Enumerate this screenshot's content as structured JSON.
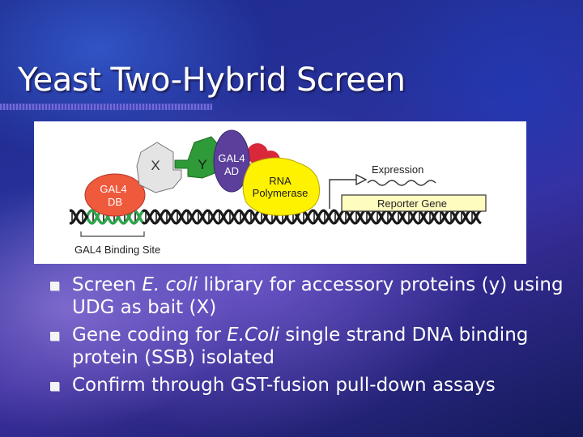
{
  "slide": {
    "title": "Yeast Two-Hybrid Screen"
  },
  "diagram": {
    "labels": {
      "x": "X",
      "y": "Y",
      "gal4_ad_line1": "GAL4",
      "gal4_ad_line2": "AD",
      "gal4_db_line1": "GAL4",
      "gal4_db_line2": "DB",
      "rna_line1": "RNA",
      "rna_line2": "Polymerase",
      "expression": "Expression",
      "reporter_gene": "Reporter Gene",
      "binding_site": "GAL4 Binding Site"
    },
    "colors": {
      "gal4_db": "#ef5a3c",
      "x_protein": "#e4e4e4",
      "y_protein": "#2f9a38",
      "gal4_ad": "#5b3f9a",
      "rna_polymerase": "#fff200",
      "ssb_red": "#d8283a",
      "reporter_box": "#fffcc0",
      "dna": "#1a1a1a",
      "binding_site_dna": "#2ba84a"
    }
  },
  "bullets": [
    {
      "parts": [
        "Screen ",
        "E. coli",
        " library for accessory proteins (y) using UDG as bait (X)"
      ]
    },
    {
      "parts": [
        "Gene coding for ",
        "E.Coli",
        " single strand DNA binding protein (SSB) isolated"
      ]
    },
    {
      "parts": [
        "Confirm through GST-fusion pull-down assays"
      ]
    }
  ]
}
